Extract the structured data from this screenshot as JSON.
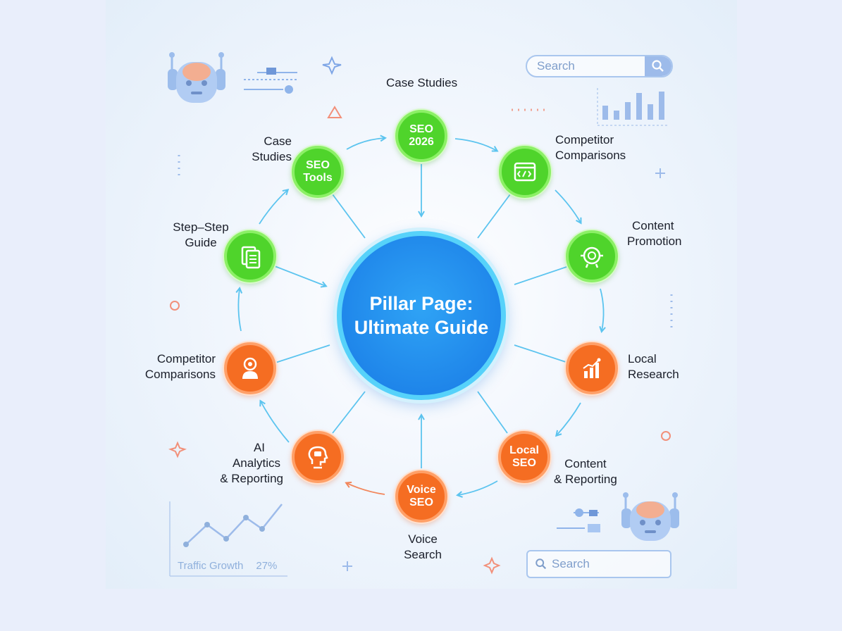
{
  "center": {
    "line1": "Pillar Page:",
    "line2": "Ultimate Guide"
  },
  "nodes": [
    {
      "id": "seo-2026",
      "color": "green",
      "text": [
        "SEO",
        "2026"
      ],
      "label": [
        "Case Studies"
      ]
    },
    {
      "id": "competitor-top",
      "color": "green",
      "icon": "browser-code-icon",
      "label": [
        "Competitor",
        "Comparisons"
      ]
    },
    {
      "id": "content-promotion",
      "color": "green",
      "icon": "robot-face-icon",
      "label": [
        "Content",
        "Promotion"
      ]
    },
    {
      "id": "local-research",
      "color": "orange",
      "icon": "bar-chart-icon",
      "label": [
        "Local",
        "Research"
      ]
    },
    {
      "id": "local-seo",
      "color": "orange",
      "text": [
        "Local",
        "SEO"
      ],
      "label": [
        "Content",
        "& Reporting"
      ]
    },
    {
      "id": "voice-seo",
      "color": "orange",
      "text": [
        "Voice",
        "SEO"
      ],
      "label": [
        "Voice",
        "Search"
      ]
    },
    {
      "id": "ai-analytics",
      "color": "orange",
      "icon": "ai-head-icon",
      "label": [
        "AI",
        "Analytics",
        "& Reporting"
      ]
    },
    {
      "id": "competitor-left",
      "color": "orange",
      "icon": "person-gear-icon",
      "label": [
        "Competitor",
        "Comparisons"
      ]
    },
    {
      "id": "step-guide",
      "color": "green",
      "icon": "document-list-icon",
      "label": [
        "Step–Step",
        "Guide"
      ]
    },
    {
      "id": "seo-tools",
      "color": "green",
      "text": [
        "SEO",
        "Tools"
      ],
      "label": [
        "Case",
        "Studies"
      ]
    }
  ],
  "search_top": {
    "placeholder": "Search"
  },
  "search_bottom": {
    "placeholder": "Search"
  },
  "traffic": {
    "label": "Traffic Growth",
    "value": "27%"
  },
  "colors": {
    "green": "#4fd42b",
    "orange": "#f56d22",
    "center": "#1f86ea",
    "arrow_blue": "#5cc4ef",
    "arrow_orange": "#f2875c",
    "decor_blue": "#9dbbea"
  }
}
